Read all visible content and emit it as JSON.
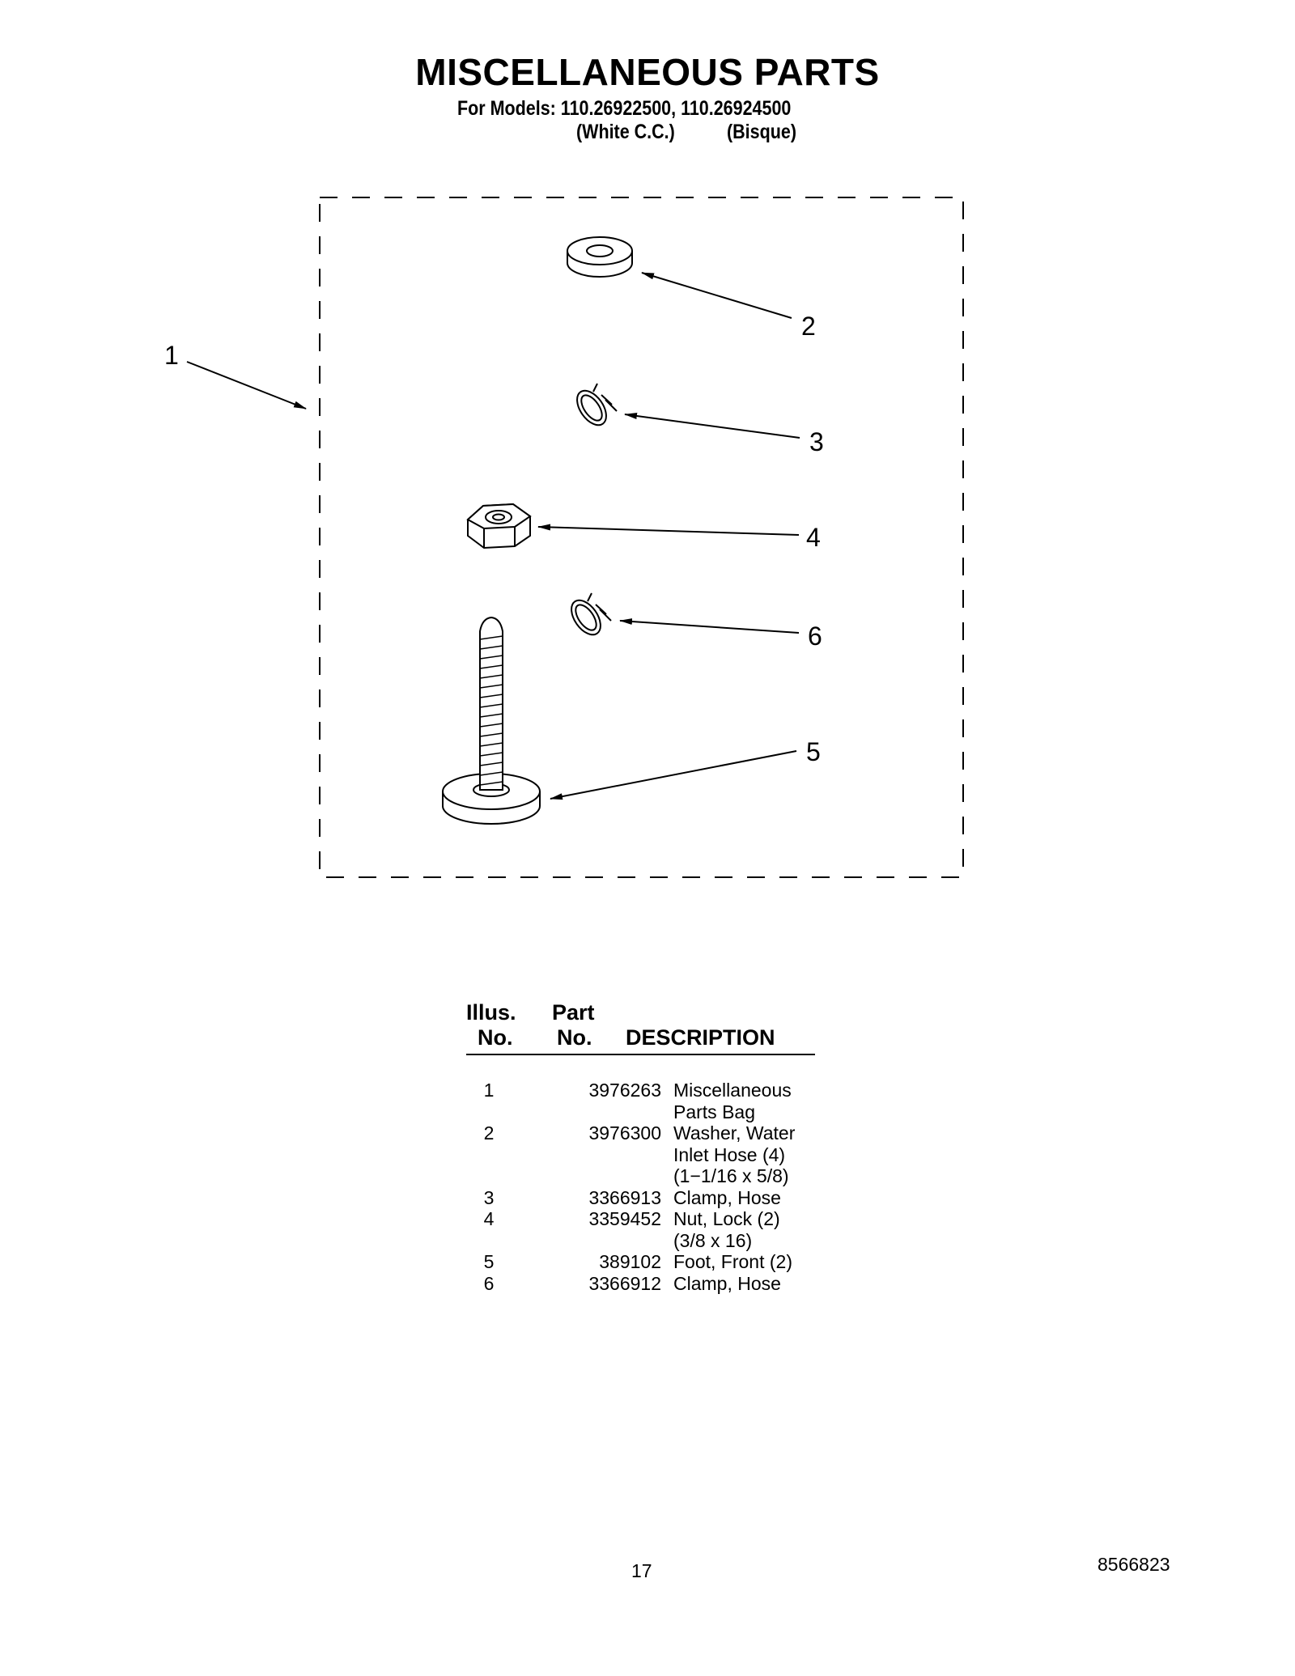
{
  "header": {
    "title": "MISCELLANEOUS PARTS",
    "models_line": "For Models: 110.26922500, 110.26924500",
    "variant_1": "(White C.C.)",
    "variant_2": "(Bisque)"
  },
  "diagram": {
    "callouts": [
      "1",
      "2",
      "3",
      "4",
      "6",
      "5"
    ]
  },
  "parts_table": {
    "headers": {
      "illus_line1": "Illus.",
      "illus_line2": "No.",
      "part_line1": "Part",
      "part_line2": "No.",
      "description": "DESCRIPTION"
    },
    "rows": [
      {
        "illus": "1",
        "part": "3976263",
        "desc": [
          "Miscellaneous",
          "Parts Bag"
        ]
      },
      {
        "illus": "2",
        "part": "3976300",
        "desc": [
          "Washer, Water",
          "Inlet Hose (4)",
          "(1−1/16 x 5/8)"
        ]
      },
      {
        "illus": "3",
        "part": "3366913",
        "desc": [
          "Clamp, Hose"
        ]
      },
      {
        "illus": "4",
        "part": "3359452",
        "desc": [
          "Nut, Lock (2)",
          "(3/8 x 16)"
        ]
      },
      {
        "illus": "5",
        "part": "389102",
        "desc": [
          "Foot, Front (2)"
        ]
      },
      {
        "illus": "6",
        "part": "3366912",
        "desc": [
          "Clamp, Hose"
        ]
      }
    ]
  },
  "footer": {
    "page_number": "17",
    "doc_number": "8566823"
  }
}
